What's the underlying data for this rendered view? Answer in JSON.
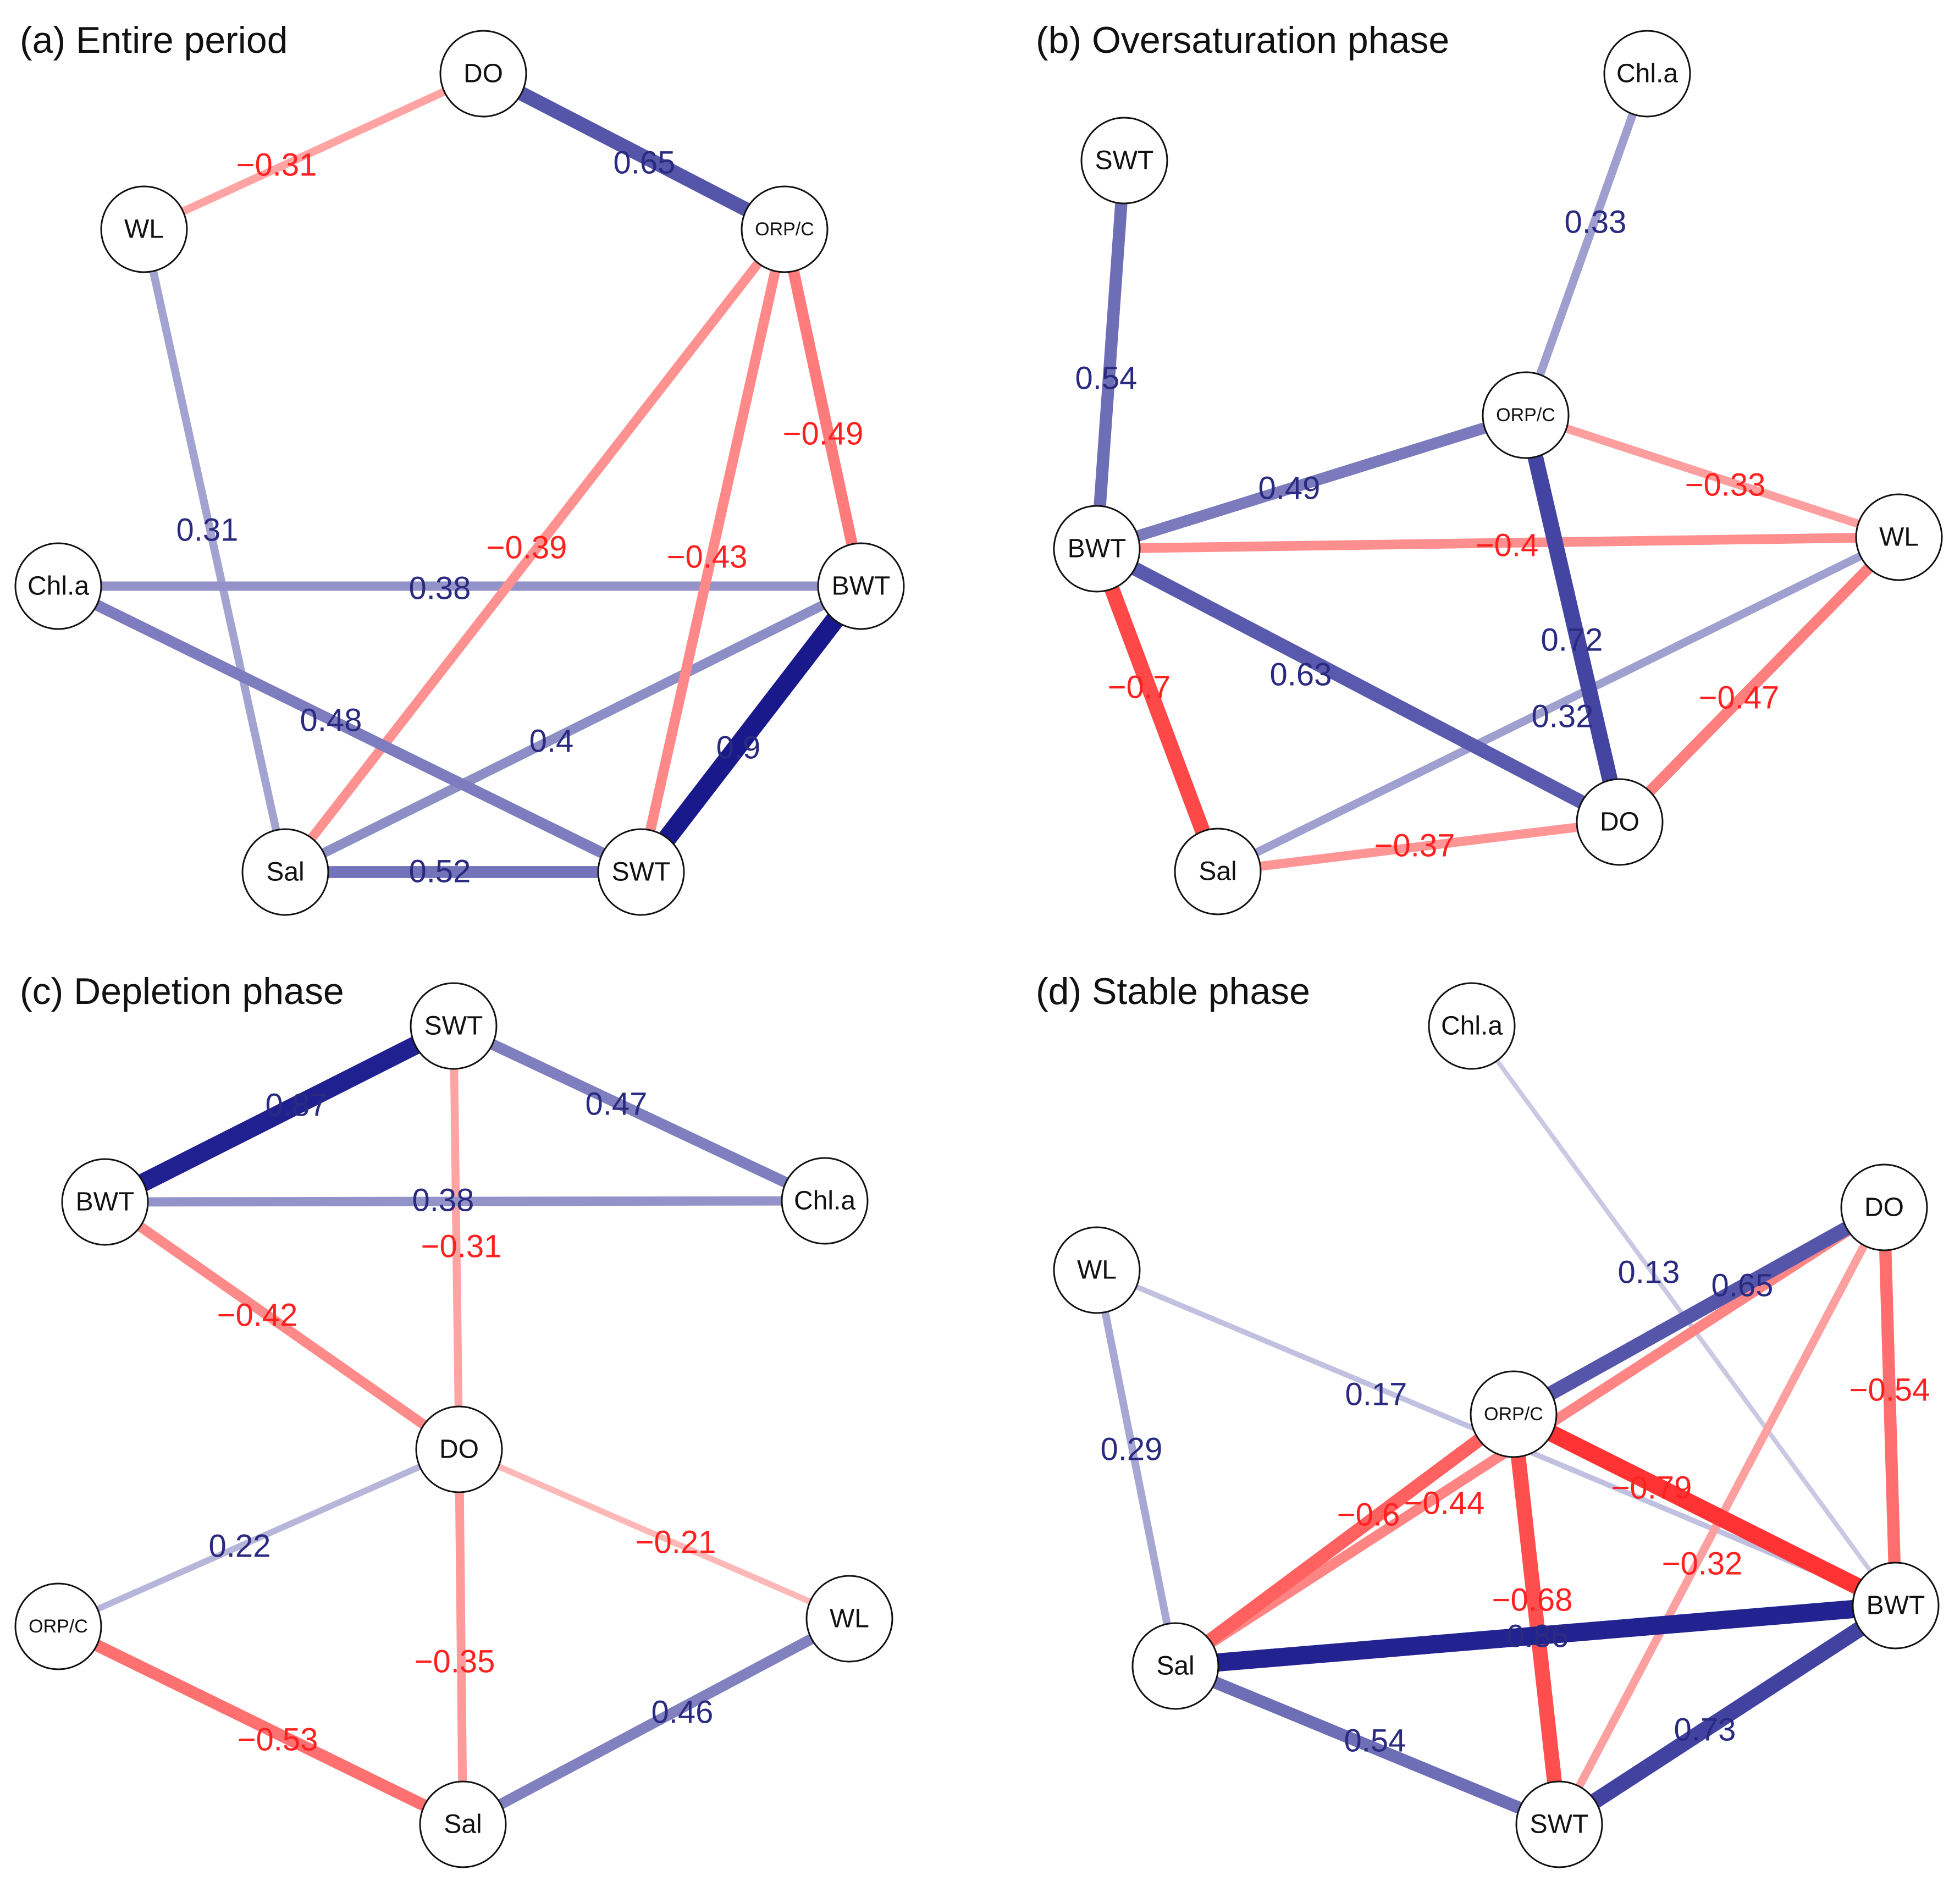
{
  "colors": {
    "positive": "#000080",
    "negative": "#ff0000",
    "node_fill": "#ffffff",
    "node_stroke": "#111111"
  },
  "panels": [
    {
      "id": "a",
      "title": "(a) Entire period",
      "nodes": [
        "DO",
        "WL",
        "ORP/C",
        "Chl.a",
        "BWT",
        "Sal",
        "SWT"
      ],
      "edges": [
        {
          "from": "DO",
          "to": "WL",
          "value": -0.31,
          "label": "−0.31"
        },
        {
          "from": "DO",
          "to": "ORP/C",
          "value": 0.65,
          "label": "0.65"
        },
        {
          "from": "WL",
          "to": "Sal",
          "value": 0.31,
          "label": "0.31"
        },
        {
          "from": "ORP/C",
          "to": "BWT",
          "value": -0.49,
          "label": "−0.49"
        },
        {
          "from": "ORP/C",
          "to": "Sal",
          "value": -0.39,
          "label": "−0.39"
        },
        {
          "from": "ORP/C",
          "to": "SWT",
          "value": -0.43,
          "label": "−0.43"
        },
        {
          "from": "Chl.a",
          "to": "BWT",
          "value": 0.38,
          "label": "0.38"
        },
        {
          "from": "Chl.a",
          "to": "SWT",
          "value": 0.48,
          "label": "0.48"
        },
        {
          "from": "BWT",
          "to": "Sal",
          "value": 0.4,
          "label": "0.4"
        },
        {
          "from": "BWT",
          "to": "SWT",
          "value": 0.9,
          "label": "0.9"
        },
        {
          "from": "Sal",
          "to": "SWT",
          "value": 0.52,
          "label": "0.52"
        }
      ]
    },
    {
      "id": "b",
      "title": "(b) Oversaturation phase",
      "nodes": [
        "Chl.a",
        "SWT",
        "ORP/C",
        "BWT",
        "WL",
        "DO",
        "Sal"
      ],
      "edges": [
        {
          "from": "Chl.a",
          "to": "ORP/C",
          "value": 0.33,
          "label": "0.33"
        },
        {
          "from": "SWT",
          "to": "BWT",
          "value": 0.54,
          "label": "0.54"
        },
        {
          "from": "BWT",
          "to": "ORP/C",
          "value": 0.49,
          "label": "0.49"
        },
        {
          "from": "ORP/C",
          "to": "WL",
          "value": -0.33,
          "label": "−0.33"
        },
        {
          "from": "BWT",
          "to": "WL",
          "value": -0.4,
          "label": "−0.4"
        },
        {
          "from": "ORP/C",
          "to": "DO",
          "value": 0.72,
          "label": "0.72"
        },
        {
          "from": "BWT",
          "to": "DO",
          "value": 0.63,
          "label": "0.63"
        },
        {
          "from": "BWT",
          "to": "Sal",
          "value": -0.7,
          "label": "−0.7"
        },
        {
          "from": "WL",
          "to": "Sal",
          "value": 0.32,
          "label": "0.32"
        },
        {
          "from": "WL",
          "to": "DO",
          "value": -0.47,
          "label": "−0.47"
        },
        {
          "from": "Sal",
          "to": "DO",
          "value": -0.37,
          "label": "−0.37"
        }
      ]
    },
    {
      "id": "c",
      "title": "(c) Depletion phase",
      "nodes": [
        "SWT",
        "BWT",
        "Chl.a",
        "DO",
        "ORP/C",
        "WL",
        "Sal"
      ],
      "edges": [
        {
          "from": "SWT",
          "to": "BWT",
          "value": 0.87,
          "label": "0.87"
        },
        {
          "from": "SWT",
          "to": "Chl.a",
          "value": 0.47,
          "label": "0.47"
        },
        {
          "from": "BWT",
          "to": "Chl.a",
          "value": 0.38,
          "label": "0.38"
        },
        {
          "from": "SWT",
          "to": "DO",
          "value": -0.31,
          "label": "−0.31"
        },
        {
          "from": "BWT",
          "to": "DO",
          "value": -0.42,
          "label": "−0.42"
        },
        {
          "from": "DO",
          "to": "ORP/C",
          "value": 0.22,
          "label": "0.22"
        },
        {
          "from": "DO",
          "to": "WL",
          "value": -0.21,
          "label": "−0.21"
        },
        {
          "from": "DO",
          "to": "Sal",
          "value": -0.35,
          "label": "−0.35"
        },
        {
          "from": "ORP/C",
          "to": "Sal",
          "value": -0.53,
          "label": "−0.53"
        },
        {
          "from": "WL",
          "to": "Sal",
          "value": 0.46,
          "label": "0.46"
        }
      ]
    },
    {
      "id": "d",
      "title": "(d) Stable phase",
      "nodes": [
        "Chl.a",
        "DO",
        "WL",
        "ORP/C",
        "BWT",
        "Sal",
        "SWT"
      ],
      "edges": [
        {
          "from": "Chl.a",
          "to": "BWT",
          "value": 0.13,
          "label": "0.13"
        },
        {
          "from": "WL",
          "to": "BWT",
          "value": 0.17,
          "label": "0.17"
        },
        {
          "from": "WL",
          "to": "Sal",
          "value": 0.29,
          "label": "0.29"
        },
        {
          "from": "DO",
          "to": "ORP/C",
          "value": 0.65,
          "label": "0.65"
        },
        {
          "from": "DO",
          "to": "Sal",
          "value": -0.44,
          "label": "−0.44"
        },
        {
          "from": "DO",
          "to": "BWT",
          "value": -0.54,
          "label": "−0.54"
        },
        {
          "from": "DO",
          "to": "SWT",
          "value": -0.32,
          "label": "−0.32"
        },
        {
          "from": "ORP/C",
          "to": "Sal",
          "value": -0.6,
          "label": "−0.6"
        },
        {
          "from": "ORP/C",
          "to": "BWT",
          "value": -0.79,
          "label": "−0.79"
        },
        {
          "from": "ORP/C",
          "to": "SWT",
          "value": -0.68,
          "label": "−0.68"
        },
        {
          "from": "Sal",
          "to": "BWT",
          "value": 0.86,
          "label": "0.86"
        },
        {
          "from": "Sal",
          "to": "SWT",
          "value": 0.54,
          "label": "0.54"
        },
        {
          "from": "BWT",
          "to": "SWT",
          "value": 0.73,
          "label": "0.73"
        }
      ]
    }
  ]
}
